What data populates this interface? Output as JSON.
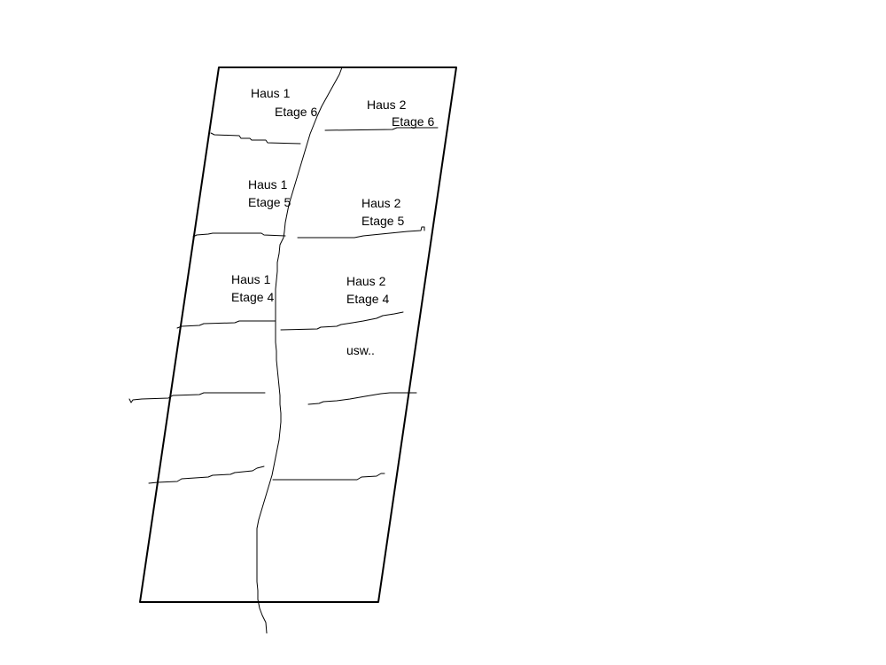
{
  "labels": {
    "h1_e6_haus": "Haus 1",
    "h1_e6_etage": "Etage 6",
    "h2_e6_haus": "Haus 2",
    "h2_e6_etage": "Etage 6",
    "h1_e5_haus": "Haus 1",
    "h1_e5_etage": "Etage 5",
    "h2_e5_haus": "Haus 2",
    "h2_e5_etage": "Etage 5",
    "h1_e4_haus": "Haus 1",
    "h1_e4_etage": "Etage 4",
    "h2_e4_haus": "Haus 2",
    "h2_e4_etage": "Etage 4",
    "etc": "usw.."
  },
  "colors": {
    "line": "#000000",
    "background": "#ffffff"
  }
}
